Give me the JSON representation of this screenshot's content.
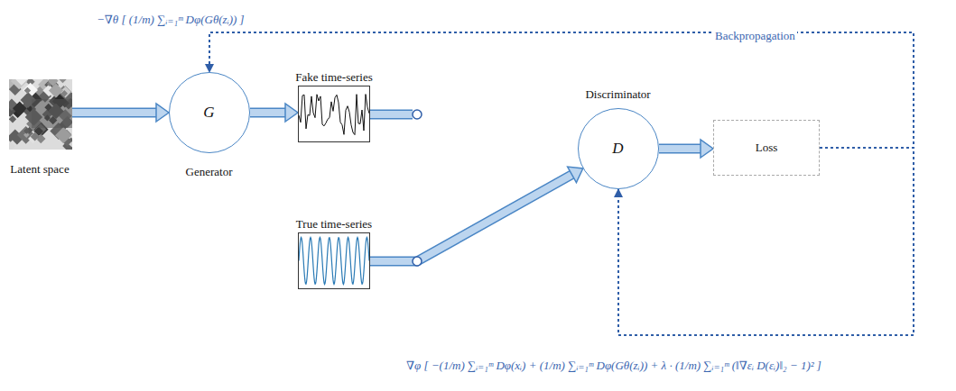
{
  "diagram": {
    "nodes": [
      {
        "text": [
          "Latent space"
        ]
      },
      {
        "text": [
          "G",
          "Generator"
        ]
      },
      {
        "text": [
          "Fake time-series"
        ]
      },
      {
        "text": [
          "True time-series"
        ]
      },
      {
        "text": [
          "Discriminator",
          "D"
        ]
      },
      {
        "text": [
          "Loss"
        ]
      }
    ],
    "edges": [
      {
        "from": 0,
        "to": 1,
        "arrow": "to"
      },
      {
        "from": 1,
        "to": 2,
        "arrow": "to"
      },
      {
        "from": 3,
        "to": 4,
        "arrow": "to"
      },
      {
        "from": 4,
        "to": 5,
        "arrow": "to"
      },
      {
        "from": 5,
        "to": 1,
        "arrow": "to"
      },
      {
        "from": 5,
        "to": 4,
        "arrow": "to"
      }
    ],
    "labels": [
      "−∇θ [ (1/m) ∑ᵢ₌₁ᵐ Dφ(Gθ(zᵢ)) ]",
      "Backpropagation",
      "∇φ [ −(1/m) ∑ᵢ₌₁ᵐ Dφ(xᵢ) + (1/m) ∑ᵢ₌₁ᵐ Dφ(Gθ(zᵢ)) + λ · (1/m) ∑ᵢ₌₁ᵐ (‖∇εᵢ D(εᵢ)‖₂ − 1)² ]"
    ]
  }
}
